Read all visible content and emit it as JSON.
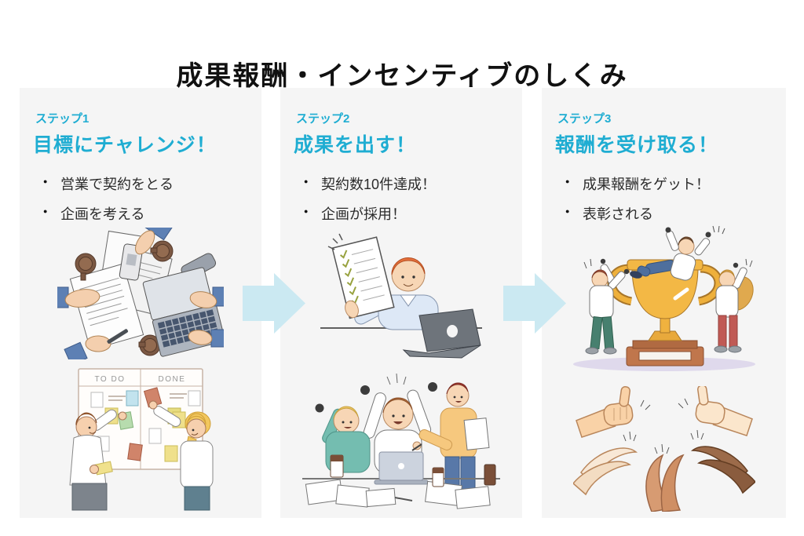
{
  "title": "成果報酬・インセンティブのしくみ",
  "colors": {
    "accent_blue": "#1fadd2",
    "panel_background": "#f5f5f5",
    "arrow_blue": "#cbe9f2",
    "body_text": "#2b2b2b",
    "trophy_gold": "#f3b845",
    "trophy_base_brown": "#c0764c"
  },
  "steps": [
    {
      "step_label": "ステップ1",
      "heading": "目標にチャレンジ！",
      "bullets": [
        "営業で契約をとる",
        "企画を考える"
      ],
      "illustrations": [
        "teamwork-desk-top-view-illustration",
        "todo-done-board-illustration"
      ]
    },
    {
      "step_label": "ステップ2",
      "heading": "成果を出す！",
      "bullets": [
        "契約数10件達成！",
        "企画が採用！"
      ],
      "illustrations": [
        "man-with-checklist-illustration",
        "team-celebration-illustration"
      ]
    },
    {
      "step_label": "ステップ3",
      "heading": "報酬を受け取る！",
      "bullets": [
        "成果報酬をゲット！",
        "表彰される"
      ],
      "illustrations": [
        "trophy-celebration-illustration",
        "thumbs-up-clapping-hands-illustration"
      ]
    }
  ],
  "board": {
    "todo_label": "TO DO",
    "done_label": "DONE"
  },
  "arrows": {
    "icon": "right-arrow-icon",
    "count": 2
  }
}
